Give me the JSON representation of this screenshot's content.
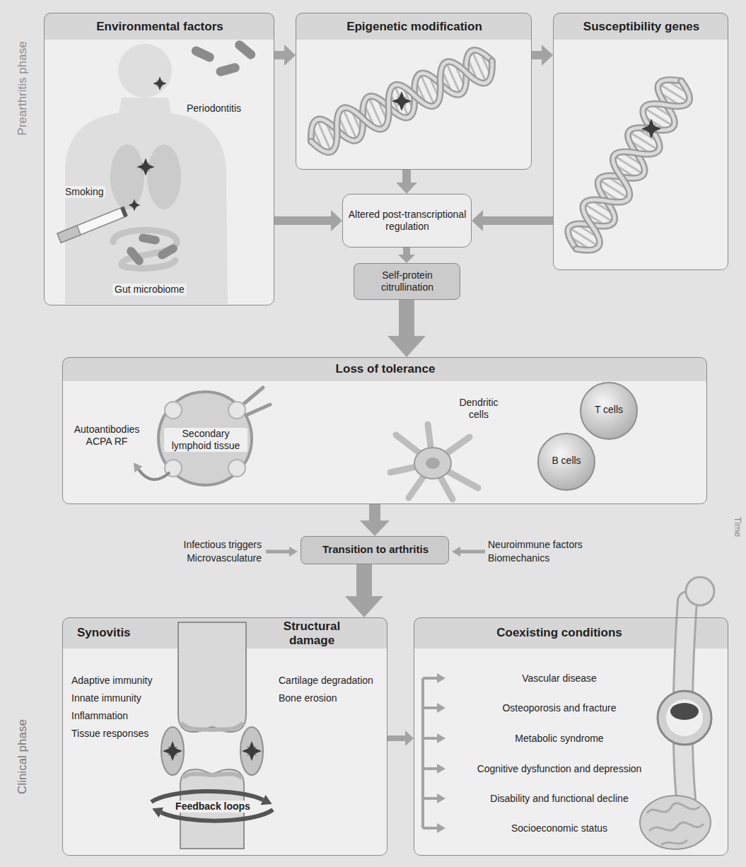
{
  "diagram": {
    "nodes": [
      {
        "text": [
          "Environmental factors",
          "Periodontitis",
          "Smoking",
          "Gut microbiome"
        ]
      },
      {
        "text": [
          "Epigenetic modification"
        ]
      },
      {
        "text": [
          "Susceptibility genes"
        ]
      },
      {
        "text": [
          "Altered post-transcriptional regulation"
        ]
      },
      {
        "text": [
          "Self-protein citrullination"
        ]
      },
      {
        "text": [
          "Loss of tolerance",
          "Autoantibodies ACPA RF",
          "Secondary lymphoid tissue",
          "Dendritic cells"
        ]
      },
      {
        "text": [
          "T cells"
        ],
        "in": 5
      },
      {
        "text": [
          "B cells"
        ],
        "in": 5
      },
      {
        "text": [
          "Transition to arthritis"
        ]
      },
      {
        "text": [
          "Synovitis",
          "Structural damage",
          "Adaptive immunity",
          "Innate immunity",
          "Inflammation",
          "Tissue responses",
          "Cartilage degradation",
          "Bone erosion",
          "Feedback loops"
        ]
      },
      {
        "text": [
          "Coexisting conditions",
          "Vascular disease",
          "Osteoporosis and fracture",
          "Metabolic syndrome",
          "Cognitive dysfunction and depression",
          "Disability and functional decline",
          "Socioeconomic status"
        ]
      }
    ],
    "edges": [
      {
        "from": 0,
        "to": 1,
        "arrow": "to"
      },
      {
        "from": 1,
        "to": 2,
        "arrow": "to"
      },
      {
        "from": 1,
        "to": 3,
        "arrow": "to"
      },
      {
        "from": 0,
        "to": 3,
        "arrow": "to"
      },
      {
        "from": 2,
        "to": 3,
        "arrow": "to"
      },
      {
        "from": 3,
        "to": 4,
        "arrow": "to"
      },
      {
        "from": 4,
        "to": 5,
        "arrow": "to"
      },
      {
        "from": 5,
        "to": 8,
        "arrow": "to"
      },
      {
        "from": 8,
        "to": 9,
        "arrow": "to"
      },
      {
        "from": 9,
        "to": 10,
        "arrow": "to"
      }
    ],
    "labels": [
      "Prearthritis phase",
      "Clinical phase",
      "Time",
      "Infectious triggers",
      "Microvasculature",
      "Neuroimmune factors",
      "Biomechanics"
    ]
  }
}
